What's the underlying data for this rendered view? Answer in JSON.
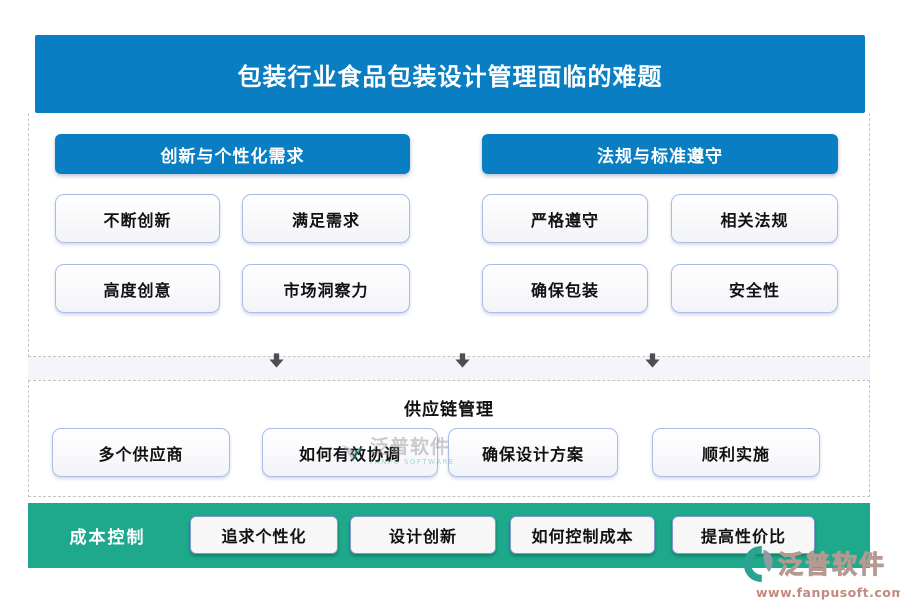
{
  "title": "包装行业食品包装设计管理面临的难题",
  "sections": {
    "innovation": {
      "header": "创新与个性化需求",
      "items": [
        "不断创新",
        "满足需求",
        "高度创意",
        "市场洞察力"
      ]
    },
    "regulation": {
      "header": "法规与标准遵守",
      "items": [
        "严格遵守",
        "相关法规",
        "确保包装",
        "安全性"
      ]
    },
    "supply_chain": {
      "header": "供应链管理",
      "items": [
        "多个供应商",
        "如何有效协调",
        "确保设计方案",
        "顺利实施"
      ]
    },
    "cost_control": {
      "header": "成本控制",
      "items": [
        "追求个性化",
        "设计创新",
        "如何控制成本",
        "提高性价比"
      ]
    }
  },
  "icons": {
    "down_arrow": "down-arrow"
  },
  "colors": {
    "banner_blue": "#0a7ec3",
    "bar_green": "#1ea98c",
    "node_border": "#a9bce6",
    "dashed_border": "#c4c4c4",
    "band_background": "#f3f5fa",
    "arrow_gray": "#4f4f4f",
    "watermark_teal": "#2ba393"
  },
  "watermark": {
    "center_brand": "泛普软件",
    "center_sub": "FANPU SOFTWARE",
    "brand": "泛普软件",
    "url": "www.fanpusoft.com"
  }
}
